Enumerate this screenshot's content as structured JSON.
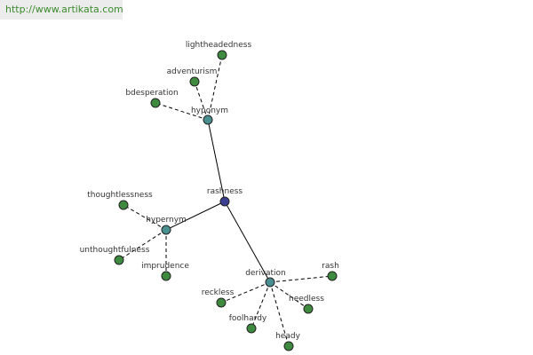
{
  "watermark": {
    "text": "http://www.artikata.com"
  },
  "colors": {
    "root": "#3a3f8f",
    "category": "#4a8f8f",
    "leaf": "#3e8a3e",
    "stroke": "#222222",
    "watermark_text": "#3b8b2c"
  },
  "graph": {
    "nodes": [
      {
        "id": "rashness",
        "label": "rashness",
        "kind": "root"
      },
      {
        "id": "hyponym",
        "label": "hyponym",
        "kind": "category"
      },
      {
        "id": "hypernym",
        "label": "hypernym",
        "kind": "category"
      },
      {
        "id": "derivation",
        "label": "derivation",
        "kind": "category"
      },
      {
        "id": "lightheadedness",
        "label": "lightheadedness",
        "kind": "leaf"
      },
      {
        "id": "adventurism",
        "label": "adventurism",
        "kind": "leaf"
      },
      {
        "id": "bdesperation",
        "label": "bdesperation",
        "kind": "leaf"
      },
      {
        "id": "thoughtlessness",
        "label": "thoughtlessness",
        "kind": "leaf"
      },
      {
        "id": "unthoughtfulness",
        "label": "unthoughtfulness",
        "kind": "leaf"
      },
      {
        "id": "imprudence",
        "label": "imprudence",
        "kind": "leaf"
      },
      {
        "id": "rash",
        "label": "rash",
        "kind": "leaf"
      },
      {
        "id": "reckless",
        "label": "reckless",
        "kind": "leaf"
      },
      {
        "id": "heedless",
        "label": "heedless",
        "kind": "leaf"
      },
      {
        "id": "foolhardy",
        "label": "foolhardy",
        "kind": "leaf"
      },
      {
        "id": "heady",
        "label": "heady",
        "kind": "leaf"
      }
    ],
    "edges": [
      {
        "from": "rashness",
        "to": "hyponym",
        "style": "solid"
      },
      {
        "from": "rashness",
        "to": "hypernym",
        "style": "solid"
      },
      {
        "from": "rashness",
        "to": "derivation",
        "style": "solid"
      },
      {
        "from": "hyponym",
        "to": "lightheadedness",
        "style": "dashed"
      },
      {
        "from": "hyponym",
        "to": "adventurism",
        "style": "dashed"
      },
      {
        "from": "hyponym",
        "to": "bdesperation",
        "style": "dashed"
      },
      {
        "from": "hypernym",
        "to": "thoughtlessness",
        "style": "dashed"
      },
      {
        "from": "hypernym",
        "to": "unthoughtfulness",
        "style": "dashed"
      },
      {
        "from": "hypernym",
        "to": "imprudence",
        "style": "dashed"
      },
      {
        "from": "derivation",
        "to": "rash",
        "style": "dashed"
      },
      {
        "from": "derivation",
        "to": "reckless",
        "style": "dashed"
      },
      {
        "from": "derivation",
        "to": "heedless",
        "style": "dashed"
      },
      {
        "from": "derivation",
        "to": "foolhardy",
        "style": "dashed"
      },
      {
        "from": "derivation",
        "to": "heady",
        "style": "dashed"
      }
    ]
  }
}
